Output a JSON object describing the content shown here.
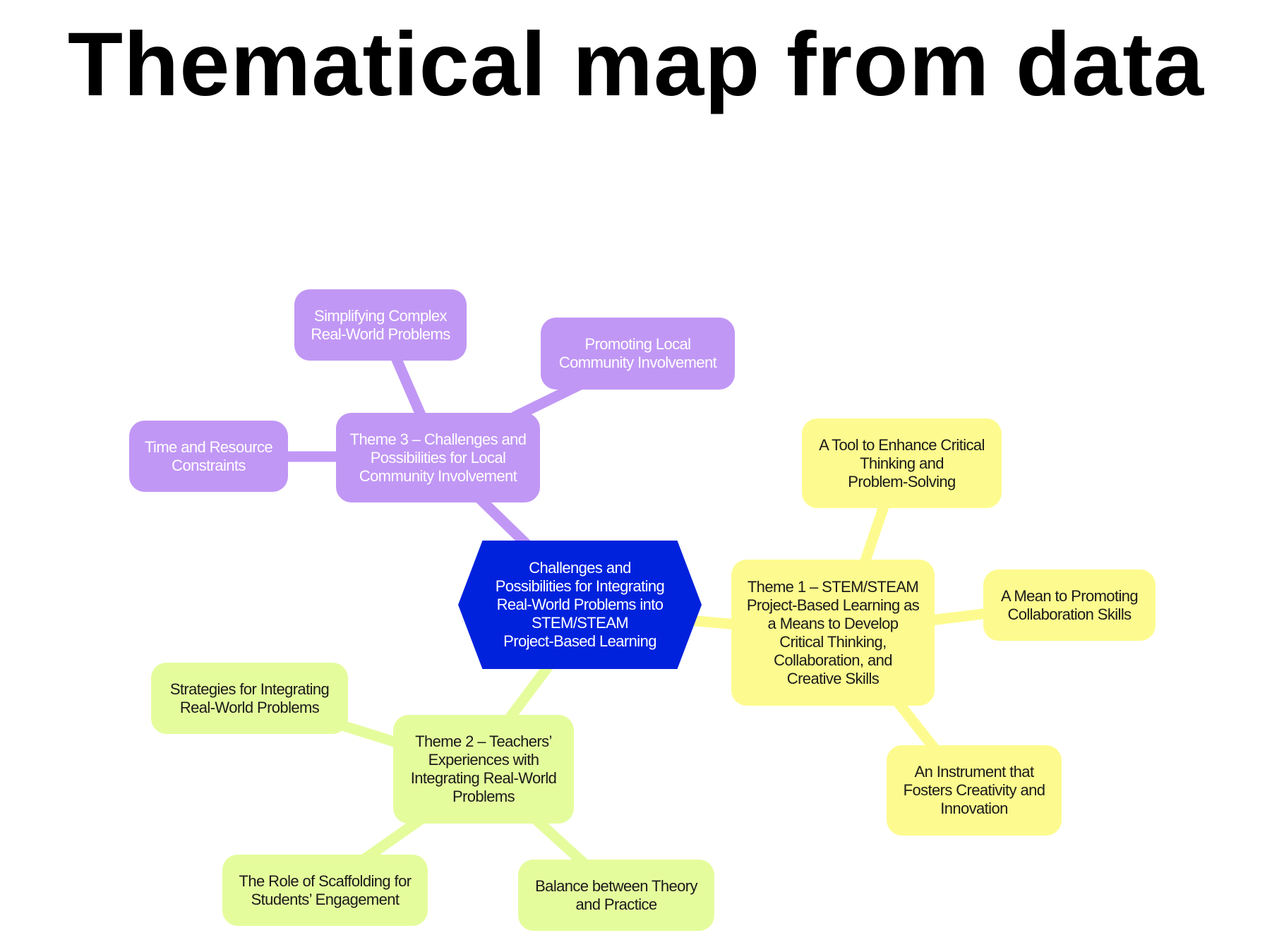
{
  "title": "Thematical map from data",
  "colors": {
    "purple": "#c197f5",
    "yellow": "#fdfb8f",
    "green": "#e5fc9d",
    "center": "#0022dd"
  },
  "nodes": {
    "center": "Challenges and\nPossibilities for Integrating\nReal-World Problems into\nSTEM/STEAM\nProject-Based Learning",
    "theme1": "Theme 1 – STEM/STEAM\nProject-Based Learning as\na Means to Develop\nCritical Thinking,\nCollaboration, and\nCreative Skills",
    "theme1_tool": "A Tool to Enhance Critical\nThinking and\nProblem-Solving",
    "theme1_mean": "A Mean to Promoting\nCollaboration Skills",
    "theme1_instrument": "An Instrument that\nFosters Creativity and\nInnovation",
    "theme2": "Theme 2 – Teachers’\nExperiences with\nIntegrating Real-World\nProblems",
    "theme2_strategies": "Strategies for Integrating\nReal-World Problems",
    "theme2_role": "The Role of Scaffolding for\nStudents’ Engagement",
    "theme2_balance": "Balance between Theory\nand Practice",
    "theme3": "Theme 3 – Challenges and\nPossibilities for Local\nCommunity Involvement",
    "theme3_simplifying": "Simplifying Complex\nReal-World Problems",
    "theme3_promoting": "Promoting Local\nCommunity Involvement",
    "theme3_time": "Time and Resource\nConstraints"
  }
}
